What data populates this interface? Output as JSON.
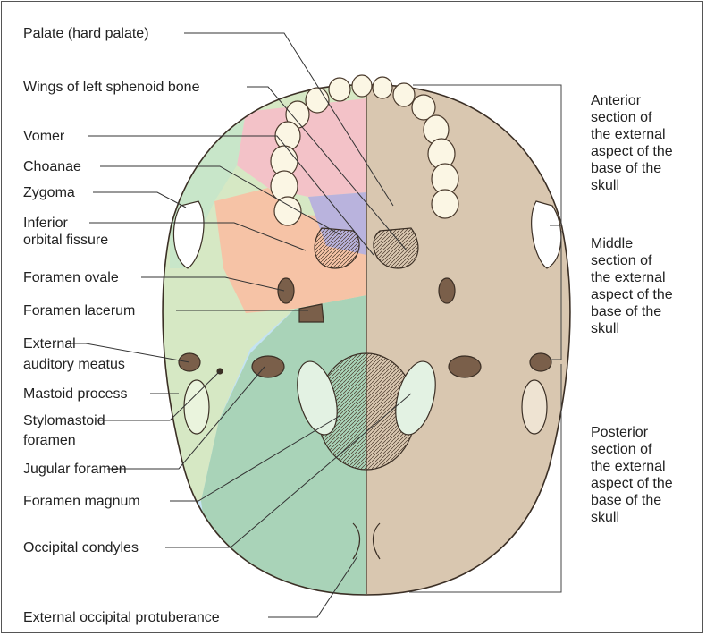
{
  "labels": {
    "palate": "Palate (hard palate)",
    "wings": "Wings of left sphenoid bone",
    "vomer": "Vomer",
    "choanae": "Choanae",
    "zygoma": "Zygoma",
    "inferior_orbital_1": "Inferior",
    "inferior_orbital_2": "orbital fissure",
    "foramen_ovale": "Foramen ovale",
    "foramen_lacerum": "Foramen lacerum",
    "external_auditory_1": "External",
    "external_auditory_2": "auditory meatus",
    "mastoid": "Mastoid process",
    "stylomastoid_1": "Stylomastoid",
    "stylomastoid_2": "foramen",
    "jugular": "Jugular foramen",
    "magnum": "Foramen magnum",
    "condyles": "Occipital condyles",
    "protuberance": "External occipital protuberance"
  },
  "sections": {
    "anterior": "Anterior\nsection of\nthe external\naspect of the\nbase of the\nskull",
    "middle": "Middle\nsection of\nthe external\naspect of the\nbase of the\nskull",
    "posterior": "Posterior\nsection of\nthe external\naspect of the\nbase of the\nskull"
  },
  "colors": {
    "right_bone": "#d9c7b0",
    "left_occipital": "#a9d3b8",
    "left_temporal": "#d6e8c4",
    "left_sphenoid": "#f6c3a6",
    "left_palate": "#f3c2c8",
    "left_vomer": "#b9b3dd",
    "left_parietal": "#c4e3f2",
    "teeth": "#fbf6e4"
  }
}
